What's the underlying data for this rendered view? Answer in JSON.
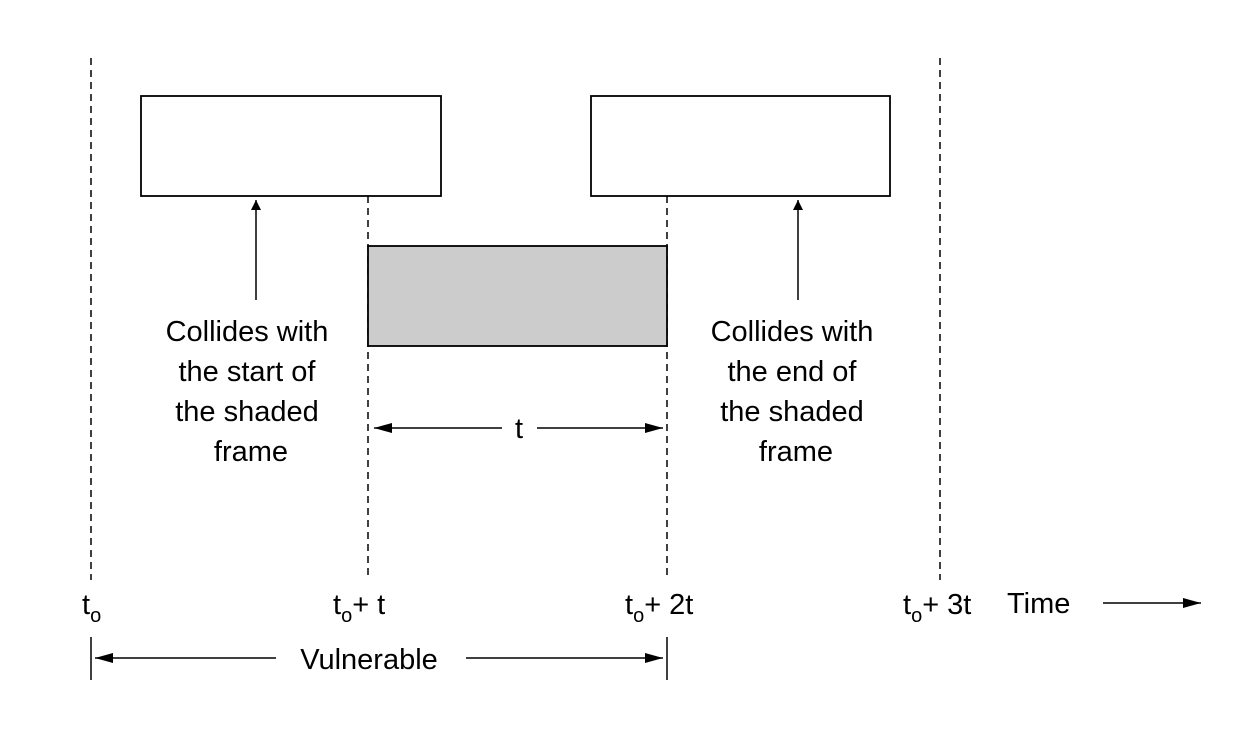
{
  "diagram": {
    "left_caption": [
      "Collides with",
      "the start of",
      "the shaded",
      "frame"
    ],
    "right_caption": [
      "Collides with",
      "the end of",
      "the shaded",
      "frame"
    ],
    "interval_label": "t",
    "vulnerable_label": "Vulnerable",
    "time_label": "Time",
    "axis": {
      "t0": {
        "base": "t",
        "sub": "o",
        "suffix": ""
      },
      "t1": {
        "base": "t",
        "sub": "o",
        "suffix": "+ t"
      },
      "t2": {
        "base": "t",
        "sub": "o",
        "suffix": "+ 2t"
      },
      "t3": {
        "base": "t",
        "sub": "o",
        "suffix": "+ 3t"
      }
    },
    "colors": {
      "shaded_frame": "#cccccc",
      "stroke": "#000000"
    }
  }
}
